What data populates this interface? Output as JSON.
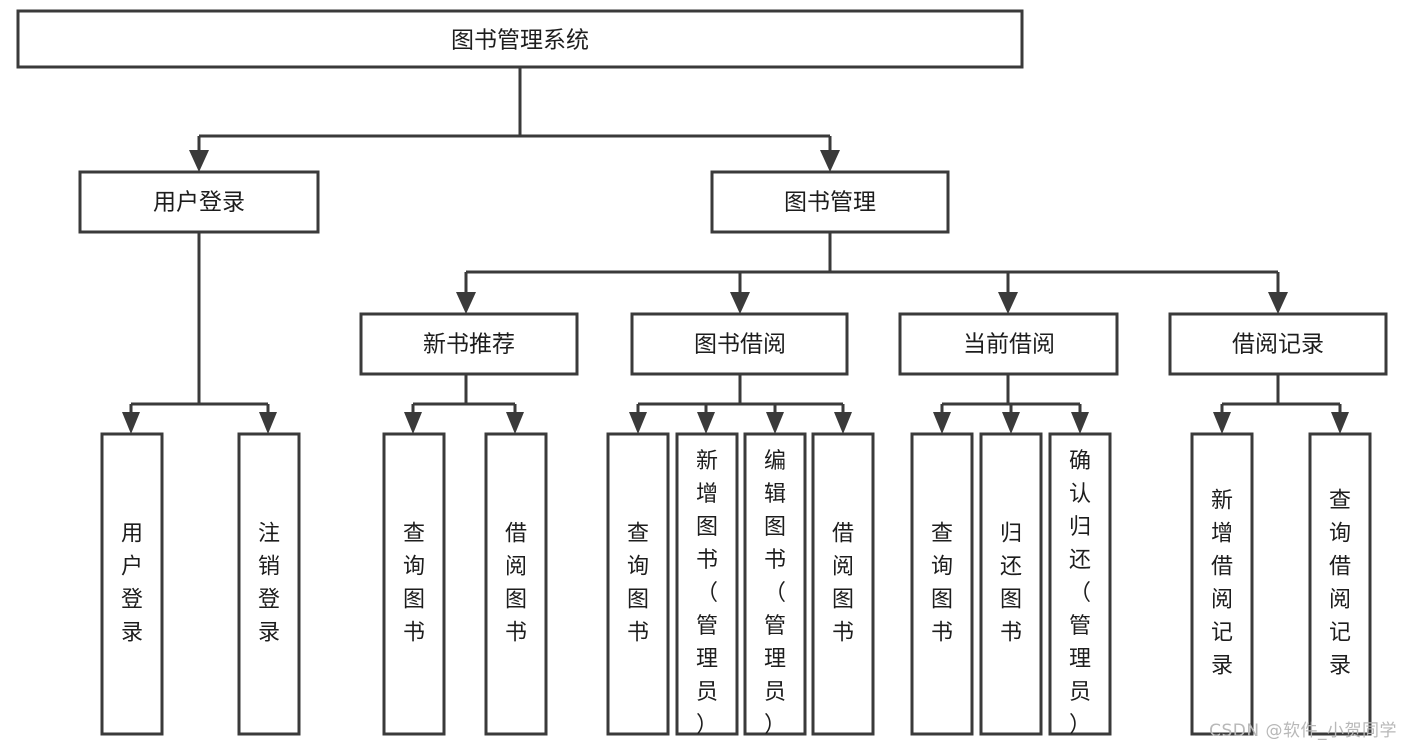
{
  "chart_data": {
    "type": "diagram",
    "title": "图书管理系统",
    "diagram_kind": "tree",
    "orientation": "top-down",
    "colors": {
      "node_fill": "#ffffff",
      "node_stroke": "#3a3a3a",
      "edge": "#3a3a3a",
      "text": "#1d1d1d",
      "watermark": "#b8b8b8",
      "background": "#ffffff"
    },
    "levels": [
      {
        "level": 1,
        "labels": [
          "图书管理系统"
        ]
      },
      {
        "level": 2,
        "labels": [
          "用户登录",
          "图书管理"
        ]
      },
      {
        "level": 3,
        "labels": [
          "新书推荐",
          "图书借阅",
          "当前借阅",
          "借阅记录"
        ]
      },
      {
        "level": 4,
        "labels": [
          "用户登录",
          "注销登录",
          "查询图书",
          "借阅图书",
          "查询图书",
          "新增图书（管理员）",
          "编辑图书（管理员）",
          "借阅图书",
          "查询图书",
          "归还图书",
          "确认归还（管理员）",
          "新增借阅记录",
          "查询借阅记录"
        ]
      }
    ],
    "edges": [
      [
        "图书管理系统",
        "用户登录"
      ],
      [
        "图书管理系统",
        "图书管理"
      ],
      [
        "用户登录",
        "用户登录(叶)"
      ],
      [
        "用户登录",
        "注销登录"
      ],
      [
        "图书管理",
        "新书推荐"
      ],
      [
        "图书管理",
        "图书借阅"
      ],
      [
        "图书管理",
        "当前借阅"
      ],
      [
        "图书管理",
        "借阅记录"
      ],
      [
        "新书推荐",
        "查询图书"
      ],
      [
        "新书推荐",
        "借阅图书"
      ],
      [
        "图书借阅",
        "查询图书"
      ],
      [
        "图书借阅",
        "新增图书（管理员）"
      ],
      [
        "图书借阅",
        "编辑图书（管理员）"
      ],
      [
        "图书借阅",
        "借阅图书"
      ],
      [
        "当前借阅",
        "查询图书"
      ],
      [
        "当前借阅",
        "归还图书"
      ],
      [
        "当前借阅",
        "确认归还（管理员）"
      ],
      [
        "借阅记录",
        "新增借阅记录"
      ],
      [
        "借阅记录",
        "查询借阅记录"
      ]
    ]
  },
  "diagram": {
    "root": {
      "label": "图书管理系统"
    },
    "level2": [
      {
        "label": "用户登录"
      },
      {
        "label": "图书管理"
      }
    ],
    "level3": [
      {
        "label": "新书推荐"
      },
      {
        "label": "图书借阅"
      },
      {
        "label": "当前借阅"
      },
      {
        "label": "借阅记录"
      }
    ],
    "leaves": [
      {
        "label": "用户登录"
      },
      {
        "label": "注销登录"
      },
      {
        "label": "查询图书"
      },
      {
        "label": "借阅图书"
      },
      {
        "label": "查询图书"
      },
      {
        "label": "新增图书（管理员）"
      },
      {
        "label": "编辑图书（管理员）"
      },
      {
        "label": "借阅图书"
      },
      {
        "label": "查询图书"
      },
      {
        "label": "归还图书"
      },
      {
        "label": "确认归还（管理员）"
      },
      {
        "label": "新增借阅记录"
      },
      {
        "label": "查询借阅记录"
      }
    ]
  },
  "watermark": {
    "text": "CSDN @软件_小贺同学"
  }
}
